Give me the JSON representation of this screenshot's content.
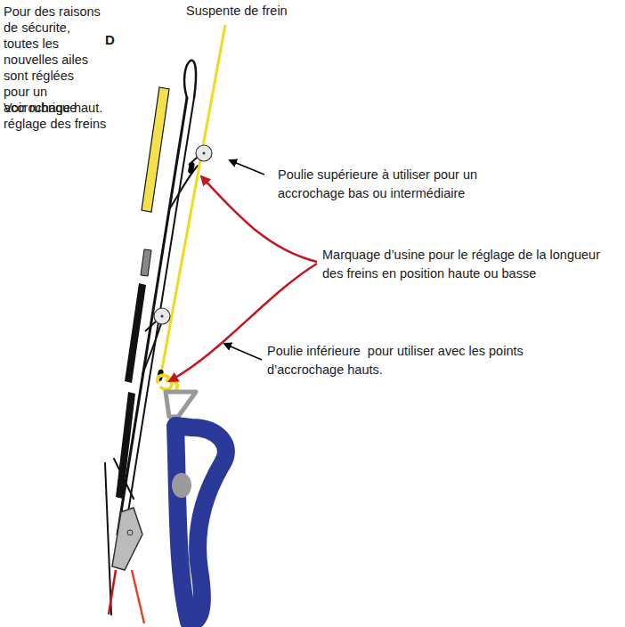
{
  "diagram": {
    "labels": [
      "Pour des raisons de sécurite, toutes les nouvelles ailes sont réglées pour un accrochage haut.",
      "D",
      "Voir rubrique réglage des freins",
      "Suspente de frein",
      "Poulie supérieure à utiliser pour un accrochage bas ou intermédiaire",
      "Marquage d’usine pour le réglage de la longueur des freins en position haute ou basse",
      "Poulie inférieure  pour utiliser avec les points d’accrochage hauts."
    ]
  }
}
